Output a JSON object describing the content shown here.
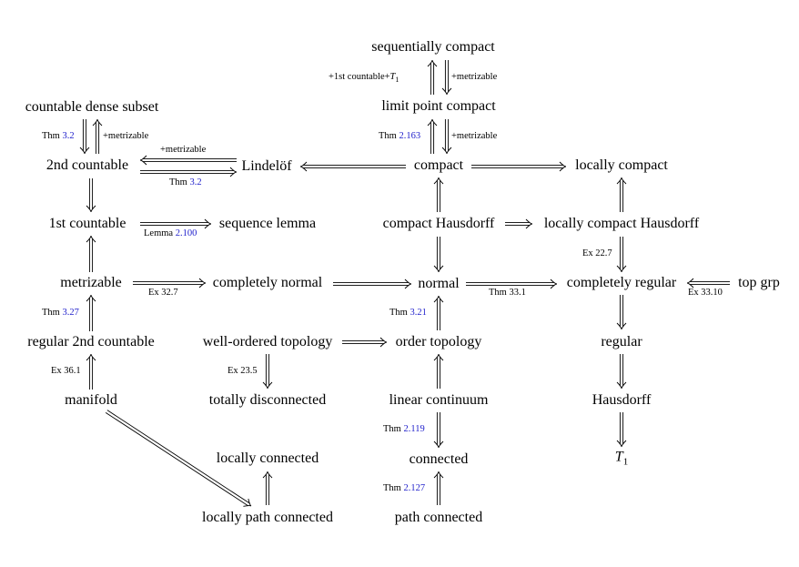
{
  "nodes": {
    "sequentially_compact": "sequentially compact",
    "limit_point_compact": "limit point compact",
    "countable_dense_subset": "countable dense subset",
    "second_countable": "2nd countable",
    "lindelof": "Lindelöf",
    "compact": "compact",
    "locally_compact": "locally compact",
    "first_countable": "1st countable",
    "sequence_lemma": "sequence lemma",
    "compact_hausdorff": "compact Hausdorff",
    "locally_compact_hausdorff": "locally compact Hausdorff",
    "metrizable": "metrizable",
    "completely_normal": "completely normal",
    "normal": "normal",
    "completely_regular": "completely regular",
    "top_grp": "top grp",
    "regular_second_countable": "regular 2nd countable",
    "well_ordered_topology": "well-ordered topology",
    "order_topology": "order topology",
    "regular": "regular",
    "manifold": "manifold",
    "totally_disconnected": "totally disconnected",
    "linear_continuum": "linear continuum",
    "hausdorff": "Hausdorff",
    "locally_connected": "locally connected",
    "connected": "connected",
    "t1_letter": "T",
    "t1_sub": "1",
    "locally_path_connected": "locally path connected",
    "path_connected": "path connected"
  },
  "labels": {
    "seq_lpc_left_prefix": "+1st countable+",
    "seq_lpc_left_T": "T",
    "seq_lpc_left_sub": "1",
    "plus_metrizable": "+metrizable",
    "thm_word": "Thm",
    "ref_3_2": "3.2",
    "ref_2_163": "2.163",
    "lemma_word": "Lemma",
    "ref_2_100": "2.100",
    "ex_22_7": "Ex 22.7",
    "ex_32_7": "Ex 32.7",
    "thm_33_1": "Thm 33.1",
    "ex_33_10": "Ex 33.10",
    "ref_3_27": "3.27",
    "ref_3_21": "3.21",
    "ex_36_1": "Ex 36.1",
    "ex_23_5": "Ex 23.5",
    "ref_2_119": "2.119",
    "ref_2_127": "2.127"
  },
  "colors": {
    "text": "#000000",
    "reference": "#2222cc"
  }
}
